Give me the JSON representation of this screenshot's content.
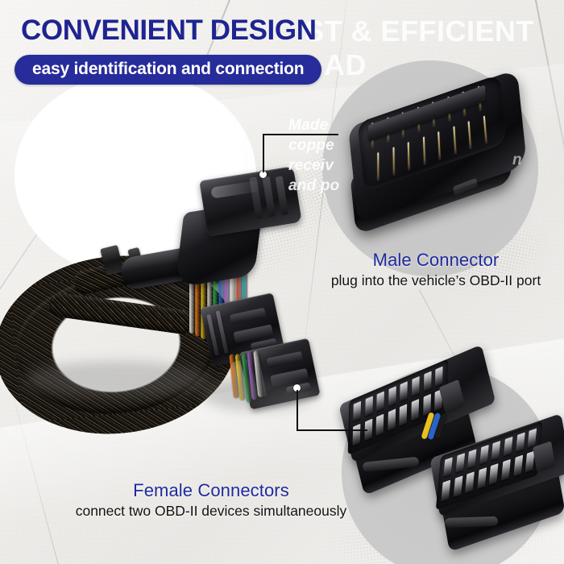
{
  "banner": {
    "headline": "CONVENIENT DESIGN",
    "ghost_line_1": "ST & EFFICIENT",
    "ghost_line_2": "AD",
    "subtitle_pill": "easy identification and connection",
    "headline_color": "#1e2490",
    "pill_color": "#262c9a",
    "pill_text_color": "#ffffff"
  },
  "faded_paragraph": {
    "line_1": "Made",
    "line_2": "coppe",
    "line_3": "receiv",
    "line_4": "and po",
    "tail_fragment": "n",
    "color": "#ffffff"
  },
  "callouts": {
    "male": {
      "title": "Male Connector",
      "description": "plug into the vehicle’s OBD-II port",
      "title_color": "#1f2a9c",
      "description_color": "#121212"
    },
    "female": {
      "title": "Female Connectors",
      "description": "connect two OBD-II devices simultaneously",
      "title_color": "#1f2a9c",
      "description_color": "#121212"
    }
  },
  "product": {
    "cable_sleeve_label": "braided-sleeve-cable",
    "wire_colors": [
      "#e8e4dc",
      "#e87a18",
      "#e8c020",
      "#d9d5cc",
      "#2fa84f",
      "#2b64c6",
      "#9b5fc0",
      "#e8e4dc",
      "#c8472b",
      "#2aa0a8"
    ],
    "female_wire_colors": [
      "#e87a18",
      "#e8c020",
      "#2fa84f",
      "#9b5fc0",
      "#dedad2"
    ],
    "pin_color": "#b59a57",
    "body_color": "#141417",
    "male_pin_count": 16,
    "female_socket_count": 16
  },
  "background": {
    "base_color": "#efeeec",
    "circle_color": "#c9c9c9",
    "spotlight_color": "#ffffff"
  }
}
